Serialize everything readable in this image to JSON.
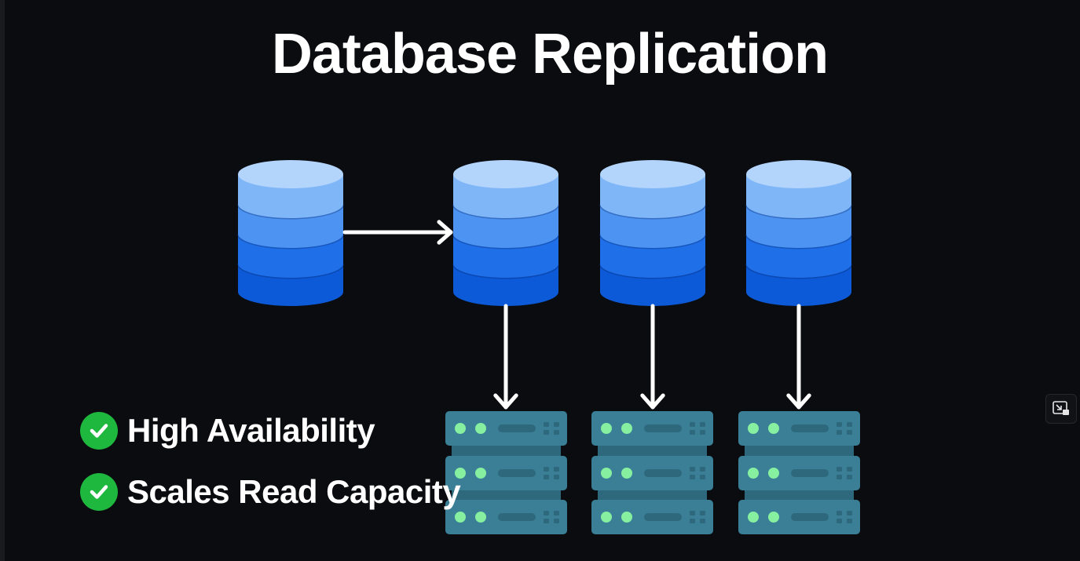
{
  "title": "Database Replication",
  "bullets": [
    {
      "label": "High Availability",
      "icon": "check-circle-icon"
    },
    {
      "label": "Scales Read Capacity",
      "icon": "check-circle-icon"
    }
  ],
  "databases": [
    {
      "role": "primary",
      "icon": "database-icon"
    },
    {
      "role": "replica",
      "icon": "database-icon"
    },
    {
      "role": "replica",
      "icon": "database-icon"
    },
    {
      "role": "replica",
      "icon": "database-icon"
    }
  ],
  "servers": [
    {
      "icon": "server-rack-icon"
    },
    {
      "icon": "server-rack-icon"
    },
    {
      "icon": "server-rack-icon"
    }
  ],
  "colors": {
    "background": "#0b0c0f",
    "db_top": "#b3d4fb",
    "db_light": "#7fb6f7",
    "db_mid": "#4c93f2",
    "db_dark": "#1f6fe8",
    "db_bottom": "#0c5ad8",
    "server": "#3a7f96",
    "server_dark": "#2d687d",
    "server_light": "#86f0a0",
    "check": "#1fb83f",
    "arrow": "#ffffff"
  }
}
